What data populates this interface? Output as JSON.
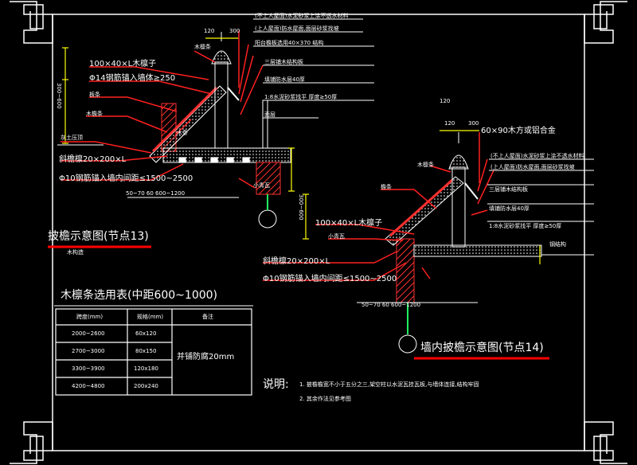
{
  "node13": {
    "title": "披檐示意图(节点13)",
    "subtitle": "木构造",
    "dims": {
      "top_a": "120",
      "top_b": "300",
      "height_range": "300~600",
      "bottom": "50~70 60 600~1200"
    },
    "labels": {
      "purlin": "100×40×L木檩子",
      "nail": "Φ14钢筋锚入墙体≥250",
      "strut_top": "木檩条",
      "strut_mid": "板条",
      "ridge": "木檐条",
      "tile": "小青瓦",
      "gutter_wood": "木条",
      "eave_beam": "斜檐檩20×200×L",
      "anchor": "Φ10钢筋锚入墙内间距≤1500~2500",
      "wall_top_note": "灰土压顶"
    },
    "callouts": [
      "(不上人屋面)水泥砂浆上涂不透水材料",
      "(上人屋面)防水屋面,面层砂浆找坡",
      "阳台檐板选用40×370 结构",
      "三层铺木结构板",
      "填铺防水层40厚",
      "1:8水泥砂浆找平 厚度≥50厚",
      "面层"
    ]
  },
  "node14": {
    "title": "墙内披檐示意图(节点14)",
    "dims": {
      "top_0": "120",
      "top_a": "120",
      "top_b": "300",
      "height_range": "300~600",
      "bottom": "50~70 60 600~1200"
    },
    "labels": {
      "batten": "60×90木方或铝合金",
      "strut_top": "木檩条",
      "strut_mid": "檐条",
      "purlin": "100×40×L木檩子",
      "tile": "小青瓦",
      "eave_beam": "斜檐檩20×200×L",
      "anchor": "Φ10钢筋锚入墙内间距≤1500~2500",
      "gutter": "钢结构"
    },
    "callouts": [
      "(不上人屋面)水泥砂浆上涂不透水材料",
      "(上人屋面)防水屋面,面层砂浆找坡",
      "三层铺木结构板",
      "填铺防水层40厚",
      "1:8水泥砂浆找平 厚度≥50厚"
    ]
  },
  "table": {
    "title": "木檩条选用表(中距600~1000)",
    "headers": [
      "跨度(mm)",
      "规格(mm)",
      "备注"
    ],
    "rows": [
      [
        "2000~2600",
        "60x120"
      ],
      [
        "2700~3000",
        "80x150"
      ],
      [
        "3300~3900",
        "120x180"
      ],
      [
        "4200~4800",
        "200x240"
      ]
    ],
    "note": "并铺防腐20mm"
  },
  "notes": {
    "label": "说明:",
    "items": [
      "1. 披檐檐宽不小于五分之三,架空柱以水泥瓦挂瓦板,与墙体连接,结构牢固",
      "2. 其余作法见参考图"
    ]
  },
  "colors": {
    "background": "#000000",
    "frame": "#ffffff",
    "structure": "#ffffff",
    "leader": "#ff2020",
    "hatch": "#ff3030",
    "dimension": "#ffff00",
    "ground": "#20ff60",
    "title_underline": "#ff0000"
  }
}
